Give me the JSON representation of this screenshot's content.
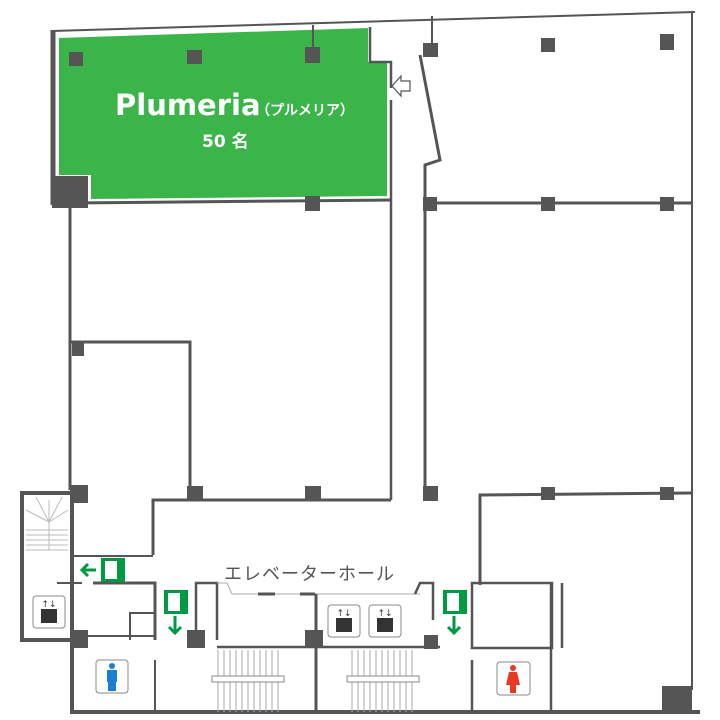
{
  "room": {
    "name": "Plumeria",
    "kana": "（プルメリア）",
    "capacity": "50 名",
    "color": "#3bb54a"
  },
  "elevator_hall": {
    "label": "エレベーターホール"
  },
  "icons": [
    "exit-sign-icon",
    "elevator-icon",
    "mens-restroom-icon",
    "womens-restroom-icon",
    "entrance-arrow-icon",
    "stairs-icon"
  ],
  "colors": {
    "wall": "#555555",
    "exit": "#009944",
    "men": "#1a7fd4",
    "women": "#e63a24"
  }
}
